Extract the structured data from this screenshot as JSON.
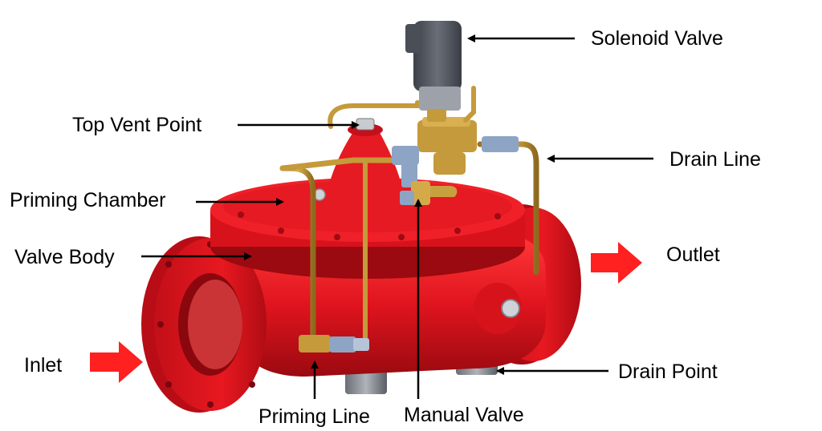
{
  "labels": {
    "solenoid_valve": "Solenoid Valve",
    "top_vent_point": "Top Vent Point",
    "drain_line": "Drain Line",
    "priming_chamber": "Priming Chamber",
    "valve_body": "Valve Body",
    "outlet": "Outlet",
    "inlet": "Inlet",
    "drain_point": "Drain Point",
    "priming_line": "Priming Line",
    "manual_valve": "Manual Valve"
  },
  "colors": {
    "valve_red": "#e0141e",
    "valve_dark_red": "#a80a12",
    "valve_light_red": "#ff4a4a",
    "brass_tube": "#c49a3a",
    "brass_dark": "#8a6a1e",
    "solenoid_gray": "#5a5e66",
    "fitting_blue_gray": "#8da4c4",
    "flow_arrow": "#ff2020",
    "leader_line": "#000000"
  }
}
